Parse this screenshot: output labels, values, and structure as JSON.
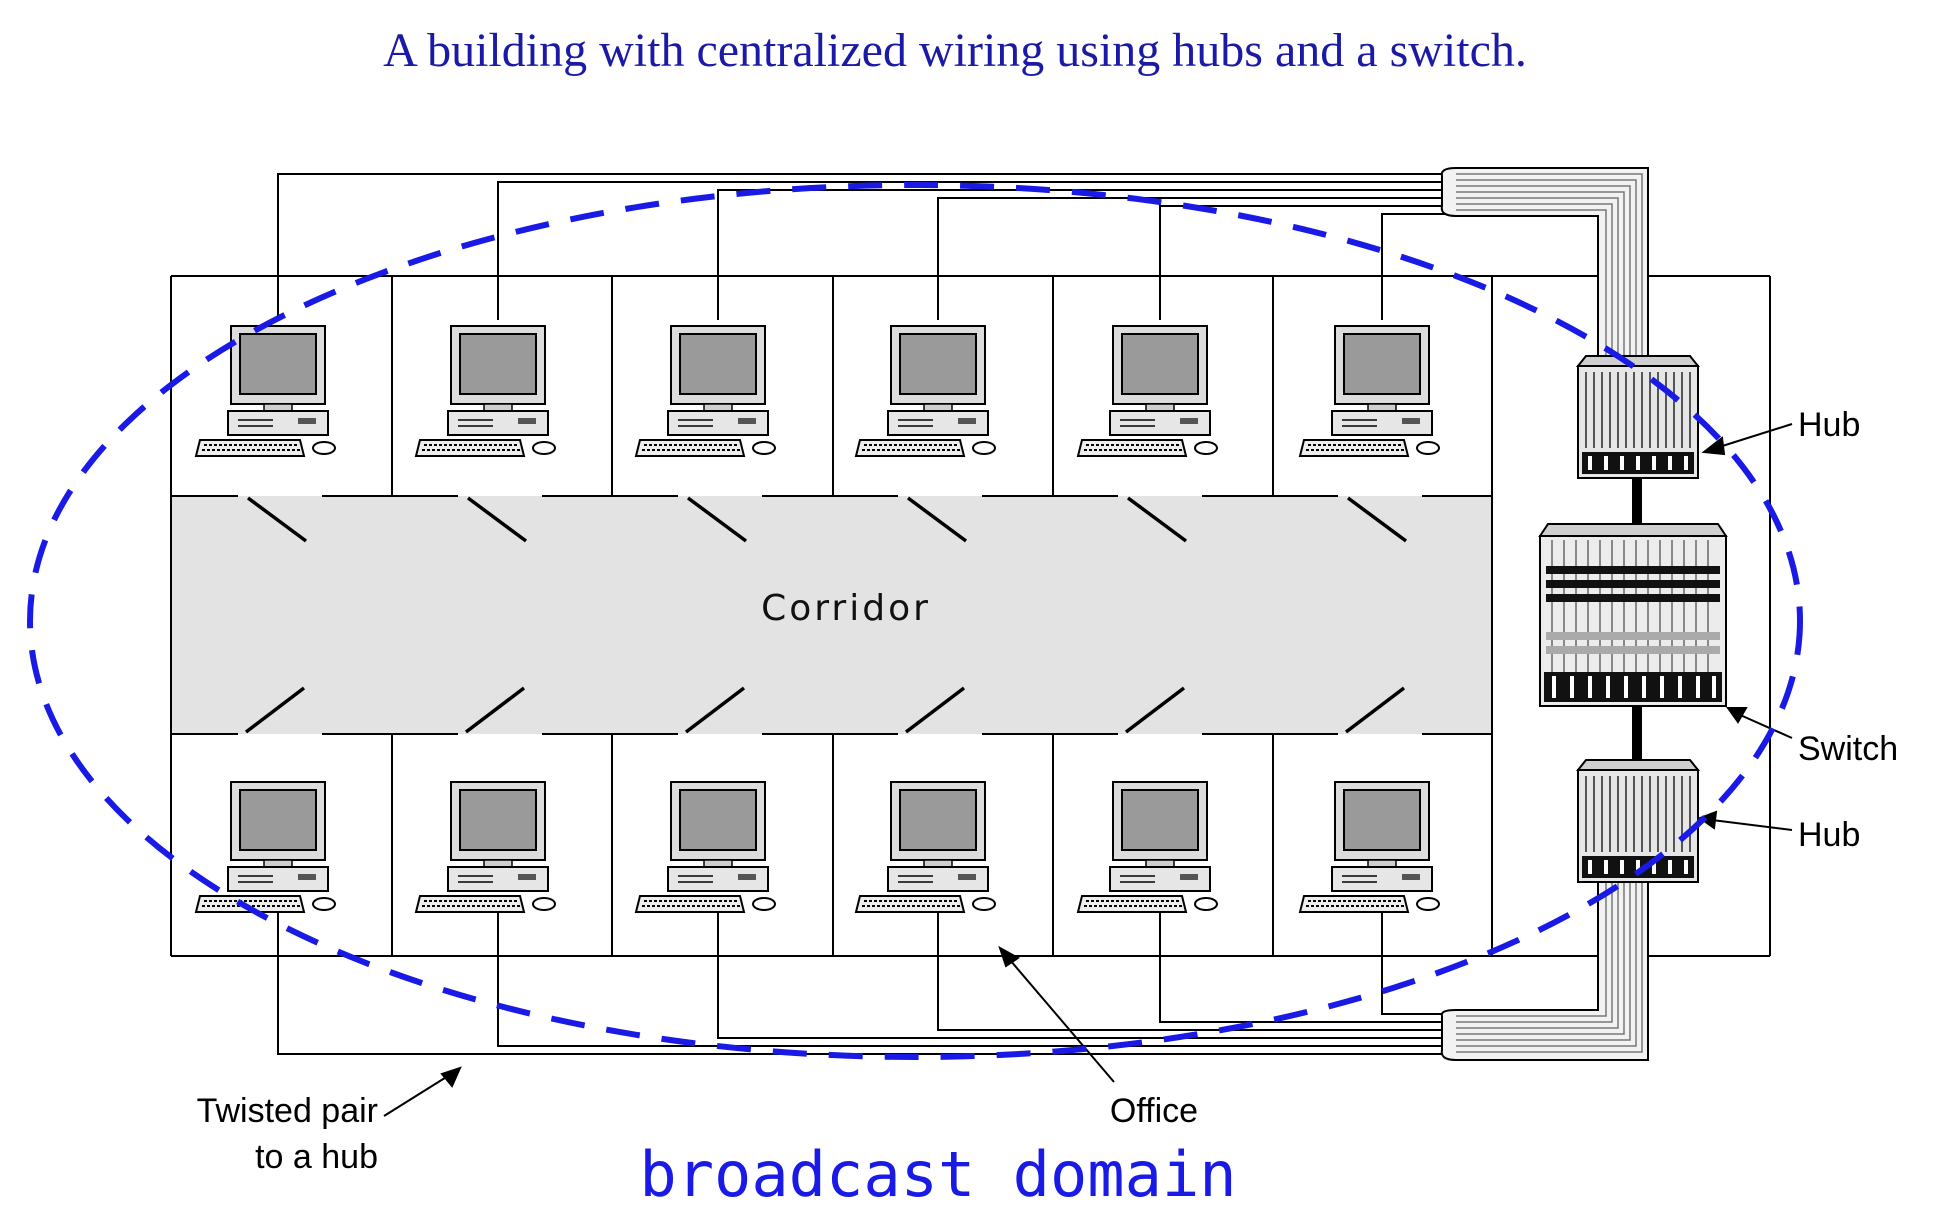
{
  "title": "A building with centralized wiring using hubs and a switch.",
  "corridor_label": "Corridor",
  "labels": {
    "hub_top": "Hub",
    "switch": "Switch",
    "hub_bottom": "Hub",
    "twisted_pair_line1": "Twisted pair",
    "twisted_pair_line2": "to a hub",
    "office": "Office"
  },
  "broadcast_domain_label": "broadcast domain",
  "offices": {
    "top_row": 6,
    "bottom_row": 6
  },
  "colors": {
    "title": "#1a1aa6",
    "domain": "#1a1ae6",
    "corridor": "#e3e3e3",
    "screen": "#9a9a9a"
  }
}
